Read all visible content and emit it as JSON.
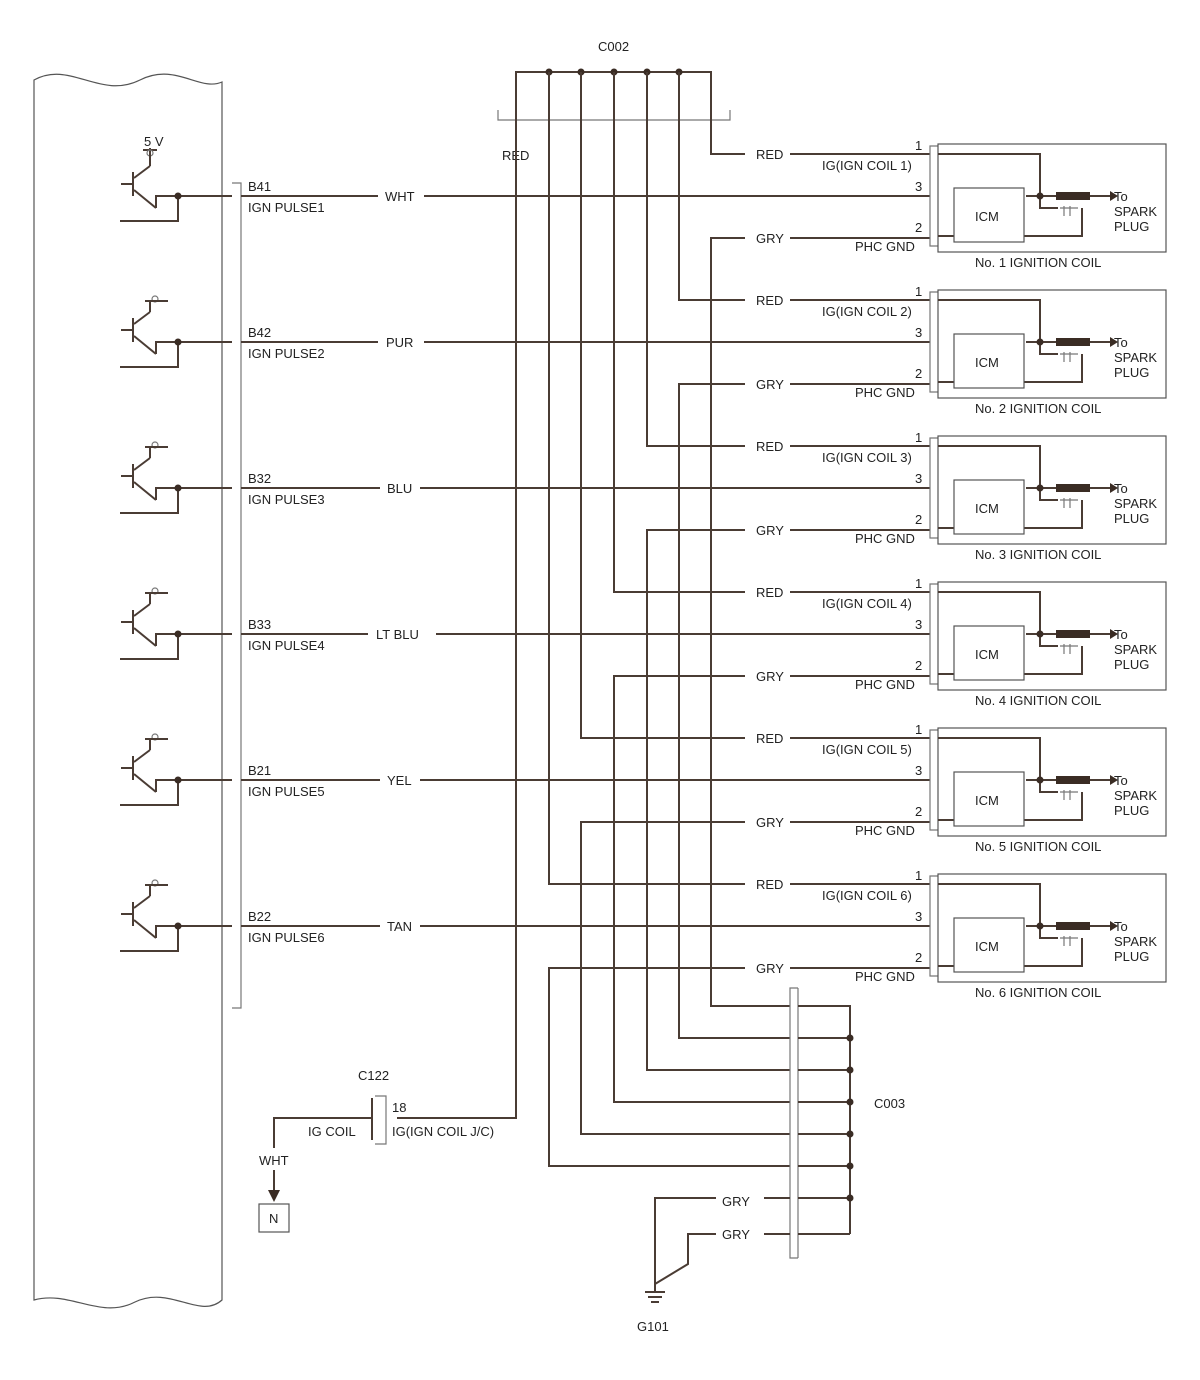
{
  "supply": {
    "label": "5 V"
  },
  "connectors": {
    "c002": "C002",
    "c003": "C003",
    "c122": "C122",
    "ground": "G101"
  },
  "pulses": [
    {
      "pin": "B41",
      "name": "IGN PULSE1",
      "wire": "WHT"
    },
    {
      "pin": "B42",
      "name": "IGN PULSE2",
      "wire": "PUR"
    },
    {
      "pin": "B32",
      "name": "IGN PULSE3",
      "wire": "BLU"
    },
    {
      "pin": "B33",
      "name": "IGN PULSE4",
      "wire": "LT BLU"
    },
    {
      "pin": "B21",
      "name": "IGN PULSE5",
      "wire": "YEL"
    },
    {
      "pin": "B22",
      "name": "IGN PULSE6",
      "wire": "TAN"
    }
  ],
  "coils": [
    {
      "feed": "RED",
      "ig": "IG(IGN COIL 1)",
      "gnd_wire": "GRY",
      "gnd": "PHC GND",
      "pin1": "1",
      "pin3": "3",
      "pin2": "2",
      "icm": "ICM",
      "to": "To",
      "spark": "SPARK",
      "plug": "PLUG",
      "title": "No. 1 IGNITION COIL"
    },
    {
      "feed": "RED",
      "ig": "IG(IGN COIL 2)",
      "gnd_wire": "GRY",
      "gnd": "PHC GND",
      "pin1": "1",
      "pin3": "3",
      "pin2": "2",
      "icm": "ICM",
      "to": "To",
      "spark": "SPARK",
      "plug": "PLUG",
      "title": "No. 2 IGNITION COIL"
    },
    {
      "feed": "RED",
      "ig": "IG(IGN COIL 3)",
      "gnd_wire": "GRY",
      "gnd": "PHC GND",
      "pin1": "1",
      "pin3": "3",
      "pin2": "2",
      "icm": "ICM",
      "to": "To",
      "spark": "SPARK",
      "plug": "PLUG",
      "title": "No. 3 IGNITION COIL"
    },
    {
      "feed": "RED",
      "ig": "IG(IGN COIL 4)",
      "gnd_wire": "GRY",
      "gnd": "PHC GND",
      "pin1": "1",
      "pin3": "3",
      "pin2": "2",
      "icm": "ICM",
      "to": "To",
      "spark": "SPARK",
      "plug": "PLUG",
      "title": "No. 4 IGNITION COIL"
    },
    {
      "feed": "RED",
      "ig": "IG(IGN COIL 5)",
      "gnd_wire": "GRY",
      "gnd": "PHC GND",
      "pin1": "1",
      "pin3": "3",
      "pin2": "2",
      "icm": "ICM",
      "to": "To",
      "spark": "SPARK",
      "plug": "PLUG",
      "title": "No. 5 IGNITION COIL"
    },
    {
      "feed": "RED",
      "ig": "IG(IGN COIL 6)",
      "gnd_wire": "GRY",
      "gnd": "PHC GND",
      "pin1": "1",
      "pin3": "3",
      "pin2": "2",
      "icm": "ICM",
      "to": "To",
      "spark": "SPARK",
      "plug": "PLUG",
      "title": "No. 6 IGNITION COIL"
    }
  ],
  "bus": {
    "wire": "RED"
  },
  "c122_block": {
    "pin": "18",
    "left_label": "IG COIL",
    "right_label": "IG(IGN COIL J/C)",
    "wire": "WHT",
    "terminal": "N"
  },
  "ground_wires": [
    "GRY",
    "GRY"
  ],
  "colors": {
    "wire": "#4a3c34",
    "outline": "#555555",
    "background": "#ffffff"
  }
}
